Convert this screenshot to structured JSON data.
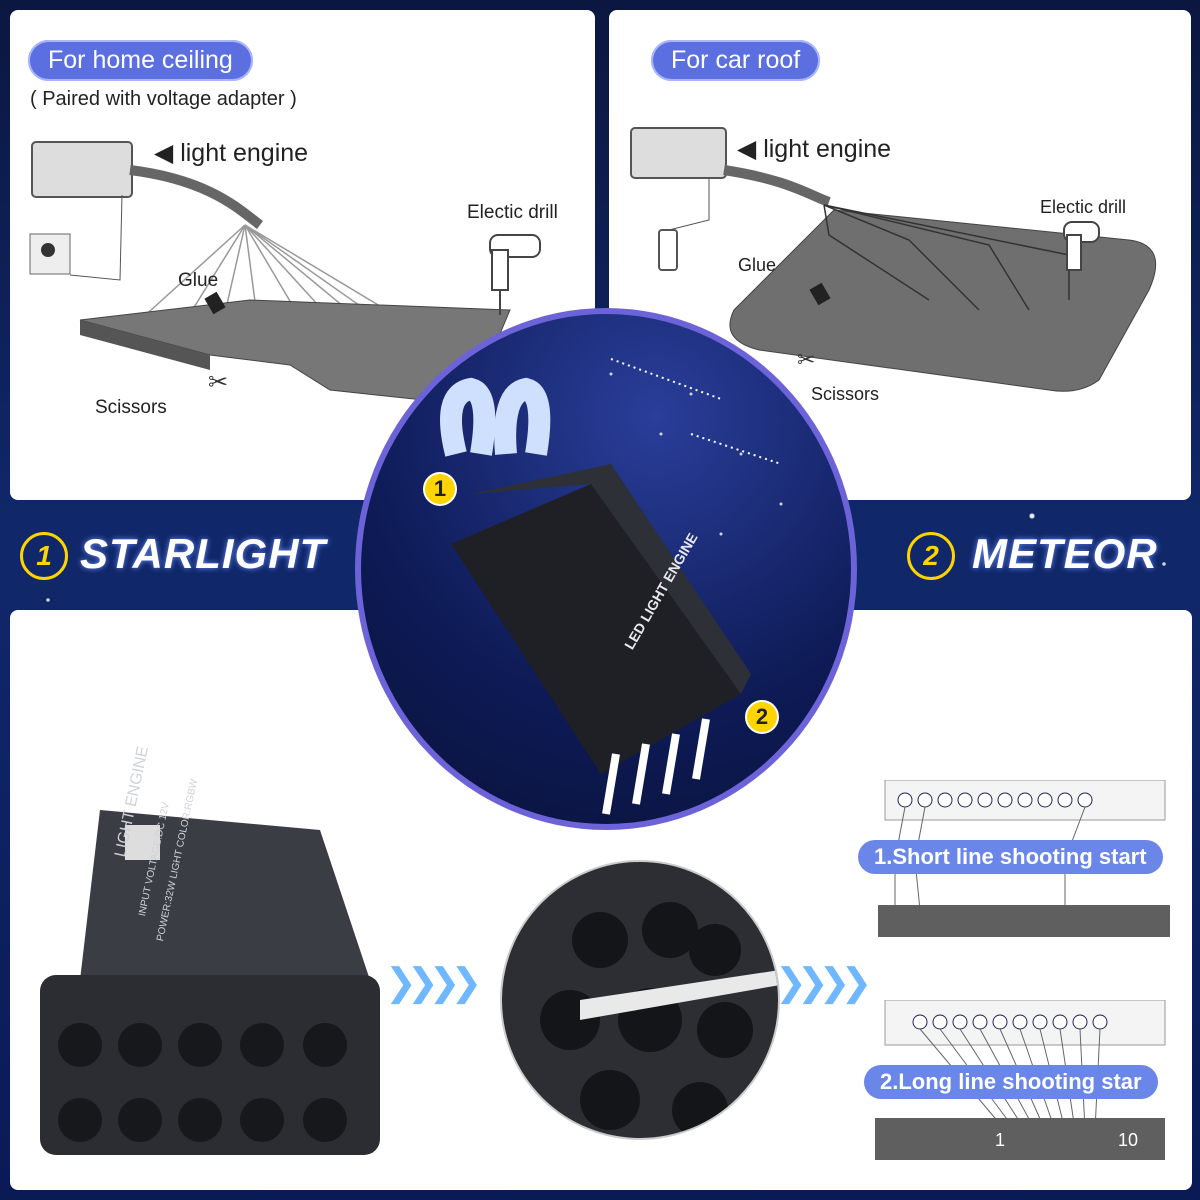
{
  "home": {
    "title": "For home ceiling",
    "subtitle": "( Paired with voltage adapter )",
    "light_engine": "light engine",
    "drill": "Electic drill",
    "glue": "Glue",
    "scissors": "Scissors"
  },
  "car": {
    "title": "For car roof",
    "light_engine": "light engine",
    "drill": "Electic drill",
    "glue": "Glue",
    "scissors": "Scissors"
  },
  "modes": {
    "starlight_num": "1",
    "starlight": "STARLIGHT",
    "meteor_num": "2",
    "meteor": "METEOR"
  },
  "center": {
    "port1": "1",
    "port2": "2",
    "device_label": "LED LIGHT ENGINE"
  },
  "device": {
    "name": "LIGHT ENGINE",
    "spec1": "INPUT VOLTAGE:DC 12V",
    "spec2": "POWER:32W LIGHT COLOR:RGBW"
  },
  "meteor_modes": {
    "short": "1.Short line shooting start",
    "long": "2.Long line shooting star",
    "start": "1",
    "end": "10"
  },
  "colors": {
    "pill": "#5b6fe0",
    "yellow": "#ffd400",
    "bg": "#0d1b4d"
  }
}
